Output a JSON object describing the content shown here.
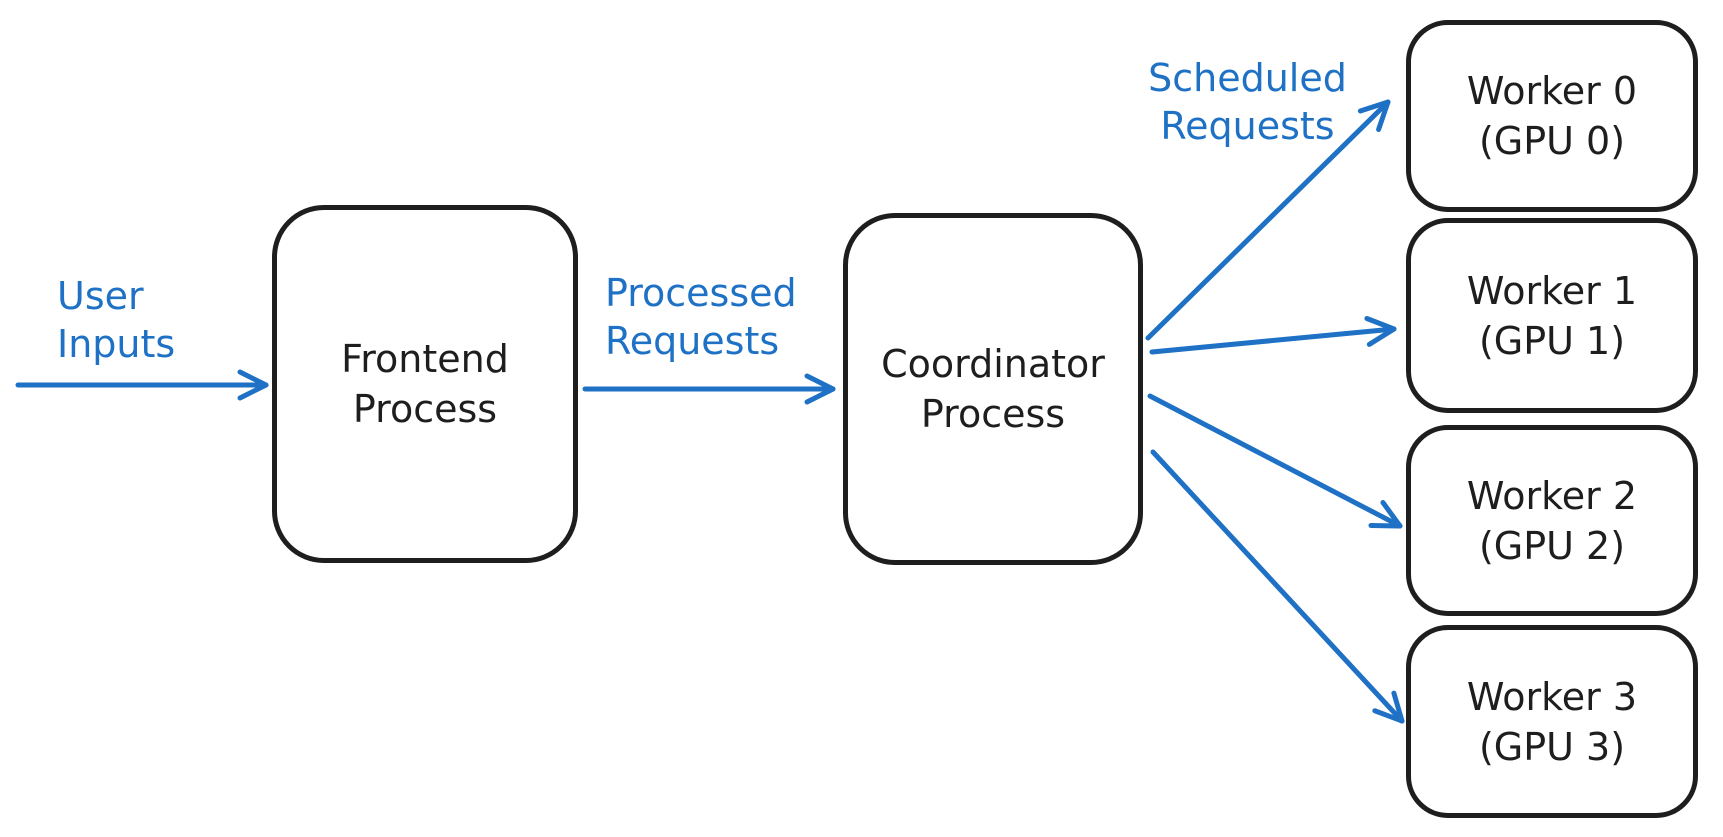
{
  "colors": {
    "blue": "#1e71c4",
    "ink": "#1e1e1e",
    "background": "#ffffff"
  },
  "nodes": {
    "frontend": {
      "line1": "Frontend",
      "line2": "Process"
    },
    "coordinator": {
      "line1": "Coordinator",
      "line2": "Process"
    },
    "workers": [
      {
        "line1": "Worker 0",
        "line2": "(GPU 0)"
      },
      {
        "line1": "Worker 1",
        "line2": "(GPU 1)"
      },
      {
        "line1": "Worker 2",
        "line2": "(GPU 2)"
      },
      {
        "line1": "Worker 3",
        "line2": "(GPU 3)"
      }
    ]
  },
  "edge_labels": {
    "user_inputs": {
      "line1": "User",
      "line2": "Inputs"
    },
    "processed_requests": {
      "line1": "Processed",
      "line2": "Requests"
    },
    "scheduled_requests": {
      "line1": "Scheduled",
      "line2": "Requests"
    }
  },
  "edges": [
    {
      "from": "user",
      "to": "frontend-process",
      "label": "User Inputs"
    },
    {
      "from": "frontend-process",
      "to": "coordinator-process",
      "label": "Processed Requests"
    },
    {
      "from": "coordinator-process",
      "to": "worker-0",
      "label": "Scheduled Requests"
    },
    {
      "from": "coordinator-process",
      "to": "worker-1",
      "label": "Scheduled Requests"
    },
    {
      "from": "coordinator-process",
      "to": "worker-2",
      "label": "Scheduled Requests"
    },
    {
      "from": "coordinator-process",
      "to": "worker-3",
      "label": "Scheduled Requests"
    }
  ]
}
